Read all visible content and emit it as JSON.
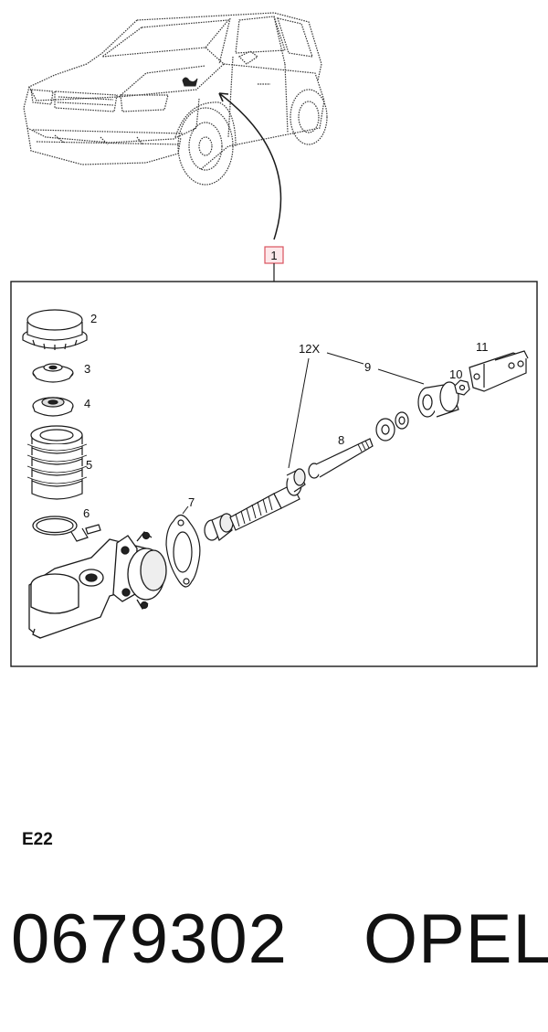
{
  "diagram": {
    "location_callout": "1",
    "callouts": {
      "c2": "2",
      "c3": "3",
      "c4": "4",
      "c5": "5",
      "c6": "6",
      "c7": "7",
      "c8": "8",
      "c9": "9",
      "c10": "10",
      "c11": "11",
      "c12x": "12X"
    },
    "colors": {
      "callout_box": "#d9535f",
      "callout_fill": "#fde8ea",
      "line": "#1a1a1a"
    }
  },
  "footer": {
    "section_code": "E22",
    "part_number": "0679302",
    "brand": "OPEL"
  }
}
